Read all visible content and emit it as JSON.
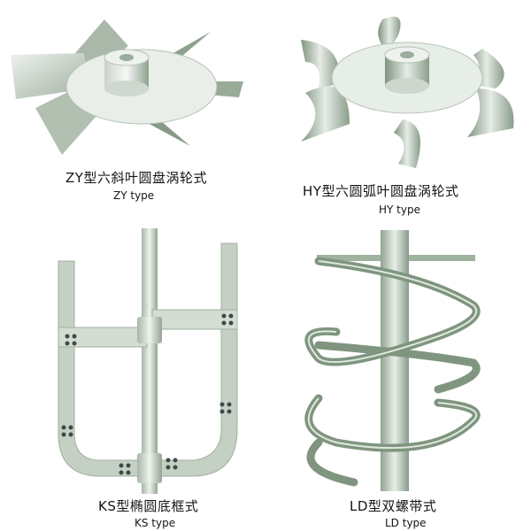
{
  "items": [
    {
      "id": "zy",
      "cn": "ZY型六斜叶圆盘涡轮式",
      "en": "ZY type",
      "description": "six pitched-blade disc turbine"
    },
    {
      "id": "hy",
      "cn": "HY型六圆弧叶圆盘涡轮式",
      "en": "HY type",
      "description": "six curved-blade disc turbine"
    },
    {
      "id": "ks",
      "cn": "KS型椭圆底框式",
      "en": "KS type",
      "description": "elliptical-bottom frame agitator"
    },
    {
      "id": "ld",
      "cn": "LD型双螺带式",
      "en": "LD type",
      "description": "double helical ribbon agitator"
    }
  ],
  "colors": {
    "background": "#ffffff",
    "metal_light": "#e4ebe4",
    "metal_mid": "#b9c6b8",
    "metal_dark": "#7e9280",
    "bolt": "#3d4a48"
  }
}
